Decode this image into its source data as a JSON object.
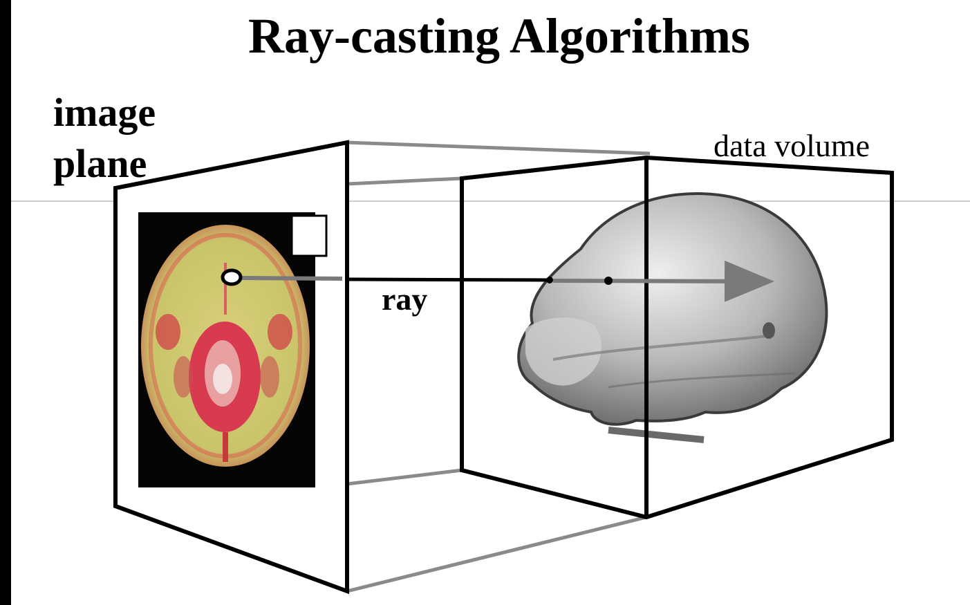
{
  "slide": {
    "title": "Ray-casting Algorithms",
    "image_plane_label_line1": "image",
    "image_plane_label_line2": "plane",
    "data_volume_label": "data volume",
    "ray_label": "ray"
  },
  "colors": {
    "background": "#000000",
    "slide": "#ffffff",
    "lines": "#000000",
    "connector_lines": "#888888",
    "scan_background": "#050505",
    "scan_outer_skin": "#c8c870",
    "scan_tissue": "#d84a4a",
    "brain_surface": "#a8a8a8"
  },
  "icons": {
    "ct_slice_image": "ct-head-slice",
    "brain_volume": "brain-3d-render",
    "pixel_marker": "pixel-circle",
    "ray_arrow": "arrow-right"
  }
}
